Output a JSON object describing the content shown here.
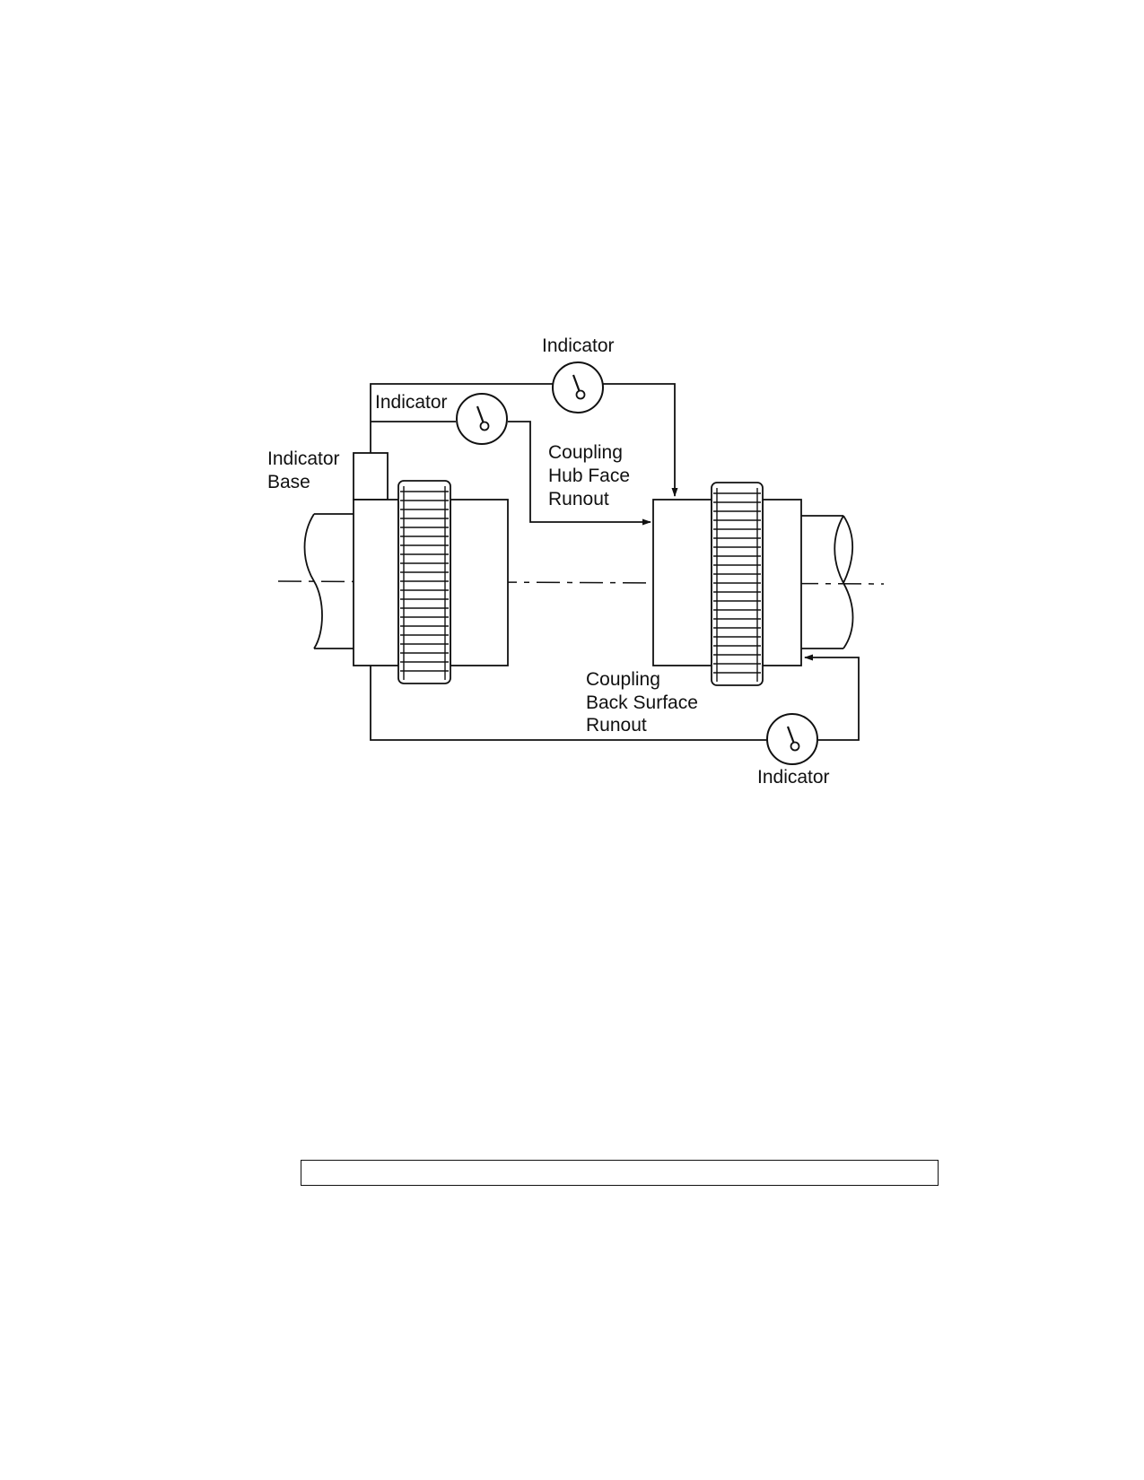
{
  "diagram": {
    "labels": {
      "indicator_top": "Indicator",
      "indicator_mid": "Indicator",
      "indicator_base_line1": "Indicator",
      "indicator_base_line2": "Base",
      "hub_face_line1": "Coupling",
      "hub_face_line2": "Hub Face",
      "hub_face_line3": "Runout",
      "back_surface_line1": "Coupling",
      "back_surface_line2": "Back Surface",
      "back_surface_line3": "Runout",
      "indicator_bottom": "Indicator"
    }
  },
  "caption": {
    "text": ""
  },
  "icons": {
    "dial": "dial-indicator-icon",
    "arrow": "arrowhead-icon"
  },
  "colors": {
    "ink": "#111111",
    "paper": "#ffffff"
  }
}
